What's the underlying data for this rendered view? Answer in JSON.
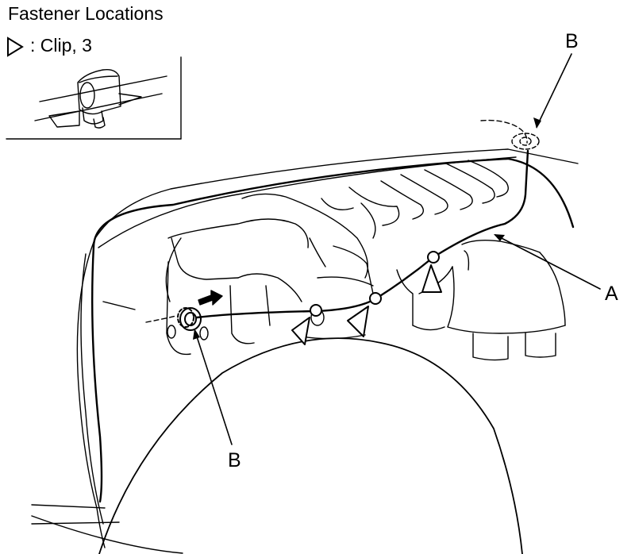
{
  "title": "Fastener Locations",
  "legend": {
    "symbol": "clip-triangle-icon",
    "separator": ":",
    "text": "Clip, 3"
  },
  "callouts": {
    "a": "A",
    "b_top": "B",
    "b_bottom": "B"
  },
  "colors": {
    "line": "#000000",
    "background": "#ffffff"
  }
}
